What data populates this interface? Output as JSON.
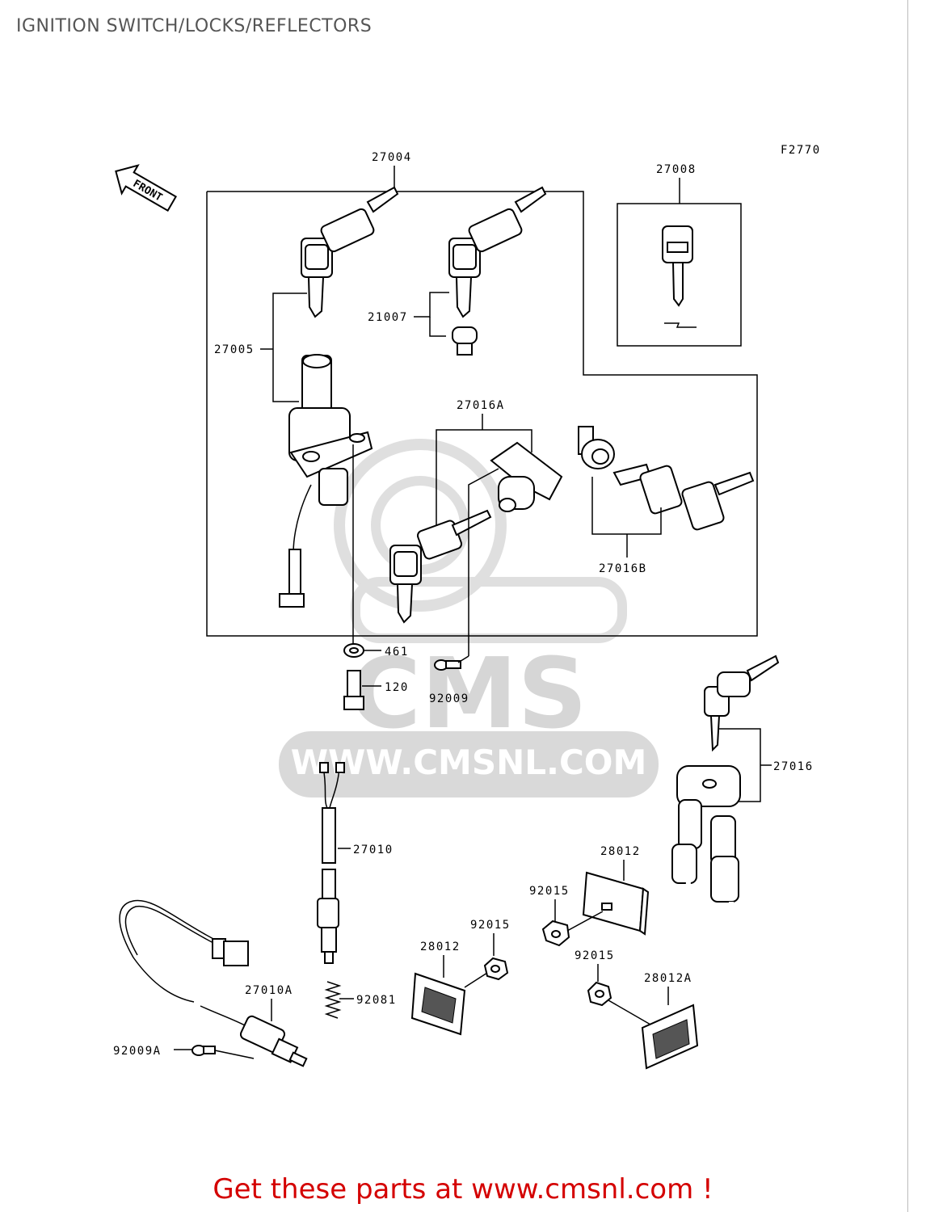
{
  "header": {
    "title": "IGNITION SWITCH/LOCKS/REFLECTORS"
  },
  "figure": {
    "code": "F2770",
    "front_label": "FRONT"
  },
  "watermark": {
    "brand": "CMS",
    "url": "WWW.CMSNL.COM"
  },
  "parts": {
    "p27004": "27004",
    "p27008": "27008",
    "p21007": "21007",
    "p27005": "27005",
    "p27016A": "27016A",
    "p27016B": "27016B",
    "p461": "461",
    "p120": "120",
    "p92009": "92009",
    "p27016": "27016",
    "p27010": "27010",
    "p28012a": "28012",
    "p92015a": "92015",
    "p92015b": "92015",
    "p28012b": "28012",
    "p92015c": "92015",
    "p28012A": "28012A",
    "p27010A": "27010A",
    "p92081": "92081",
    "p92009A": "92009A"
  },
  "footer": {
    "promo": "Get these parts at www.cmsnl.com !"
  },
  "colors": {
    "promo": "#d40000",
    "title": "#555555",
    "watermark": "#d9d9d9"
  }
}
